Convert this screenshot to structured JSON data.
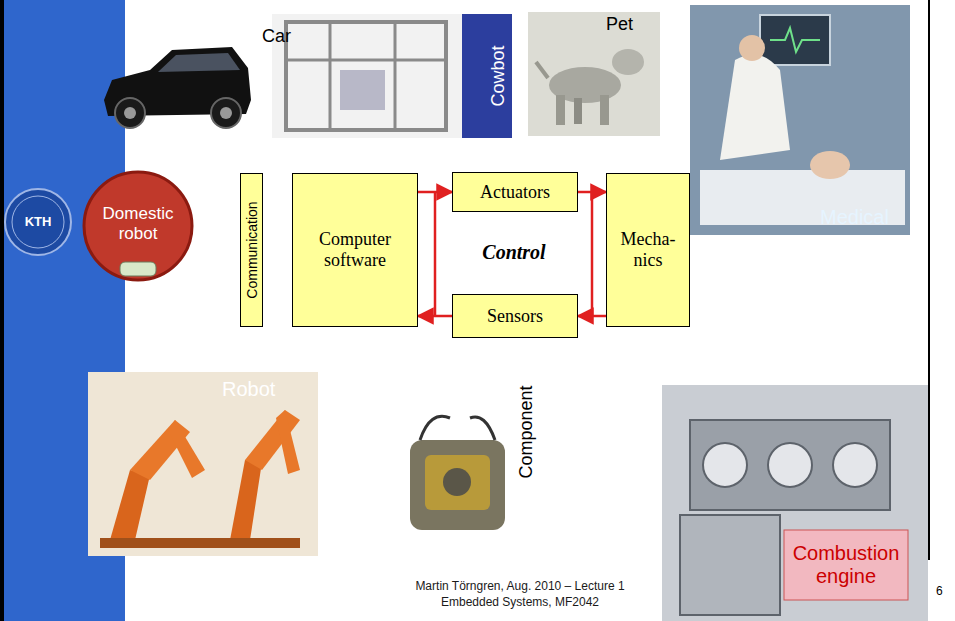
{
  "diagram": {
    "nodes": [
      {
        "text": [
          "Communication"
        ]
      },
      {
        "text": [
          "Computer software"
        ]
      },
      {
        "text": [
          "Actuators"
        ]
      },
      {
        "text": [
          "Mecha- nics"
        ]
      },
      {
        "text": [
          "Sensors"
        ]
      }
    ],
    "edges": [
      {
        "from": 1,
        "to": 2,
        "arrow": "to"
      },
      {
        "from": 2,
        "to": 3,
        "arrow": "to"
      },
      {
        "from": 3,
        "to": 4,
        "arrow": "to"
      },
      {
        "from": 4,
        "to": 1,
        "arrow": "to"
      }
    ],
    "labels": [
      "Car",
      "Cowbot",
      "Pet",
      "Medical",
      "KTH",
      "Domestic robot",
      "Control",
      "Robot",
      "Component",
      "Combustion engine",
      "Martin Törngren, Aug. 2010 – Lecture 1",
      "Embedded Systems, MF2042",
      "6"
    ]
  }
}
